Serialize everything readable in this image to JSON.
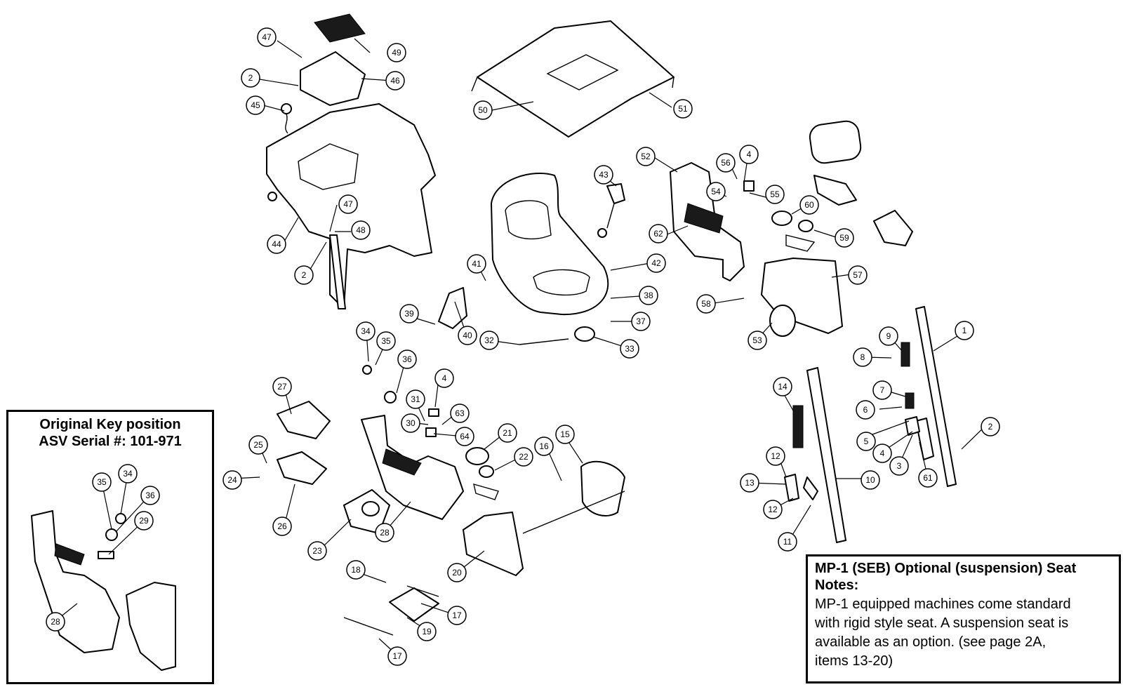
{
  "inset": {
    "title_line1": "Original Key position",
    "title_line2": "ASV Serial #: 101-971"
  },
  "notes": {
    "title": "MP-1 (SEB) Optional (suspension) Seat",
    "subtitle": "Notes:",
    "lines": [
      "MP-1 equipped machines come standard",
      "with rigid style seat. A suspension seat is",
      "available as an option. (see page 2A,",
      "items 13-20)"
    ]
  },
  "callouts": [
    "47",
    "49",
    "2",
    "46",
    "45",
    "44",
    "47",
    "48",
    "2",
    "50",
    "51",
    "52",
    "56",
    "4",
    "54",
    "55",
    "60",
    "62",
    "59",
    "43",
    "42",
    "41",
    "39",
    "40",
    "38",
    "37",
    "32",
    "33",
    "58",
    "57",
    "53",
    "1",
    "9",
    "8",
    "7",
    "6",
    "5",
    "4",
    "3",
    "61",
    "2",
    "14",
    "12",
    "13",
    "12",
    "10",
    "11",
    "34",
    "35",
    "36",
    "4",
    "31",
    "30",
    "63",
    "64",
    "21",
    "22",
    "16",
    "15",
    "27",
    "25",
    "24",
    "26",
    "23",
    "28",
    "20",
    "18",
    "17",
    "19",
    "17",
    "35",
    "34",
    "36",
    "29",
    "28"
  ]
}
